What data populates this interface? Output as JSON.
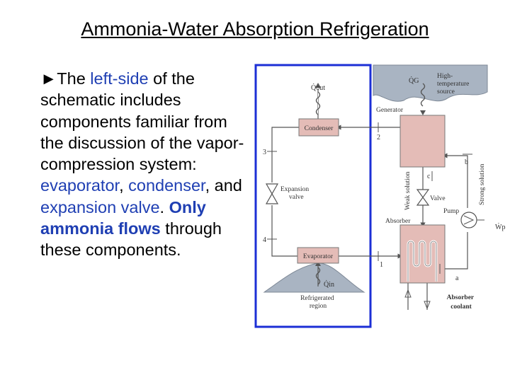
{
  "title": "Ammonia-Water Absorption Refrigeration",
  "bullet": {
    "marker": "►",
    "t1": "The ",
    "t2": "left-side",
    "t3": " of the schematic includes components familiar from the discussion of the vapor-compression system:  ",
    "t4": "evaporator",
    "t5": ", ",
    "t6": "condenser",
    "t7": ", and ",
    "t8": "expansion valve",
    "t9": ".  ",
    "t10": "Only ammonia flows",
    "t11": " through these components."
  },
  "diagram": {
    "q_out": "Q̇out",
    "q_g": "Q̇G",
    "q_in": "Q̇in",
    "w_p": "Ẇp",
    "high_temp_source": [
      "High-",
      "temperature",
      "source"
    ],
    "generator": "Generator",
    "condenser": "Condenser",
    "expansion_valve": [
      "Expansion",
      "valve"
    ],
    "evaporator": "Evaporator",
    "refrigerated_region": [
      "Refrigerated",
      "region"
    ],
    "weak_solution": "Weak solution",
    "strong_solution": "Strong solution",
    "valve": "Valve",
    "pump": "Pump",
    "absorber": "Absorber",
    "absorber_coolant": [
      "Absorber",
      "coolant"
    ],
    "point_1": "1",
    "point_2": "2",
    "point_3": "3",
    "point_4": "4",
    "point_a": "a",
    "point_b": "b",
    "point_c": "c"
  },
  "colors": {
    "highlight_text": "#1f3fb3",
    "box_border": "#1c2fd6",
    "component_fill": "#e4bcb7",
    "reservoir_fill": "#a9b4c2"
  }
}
